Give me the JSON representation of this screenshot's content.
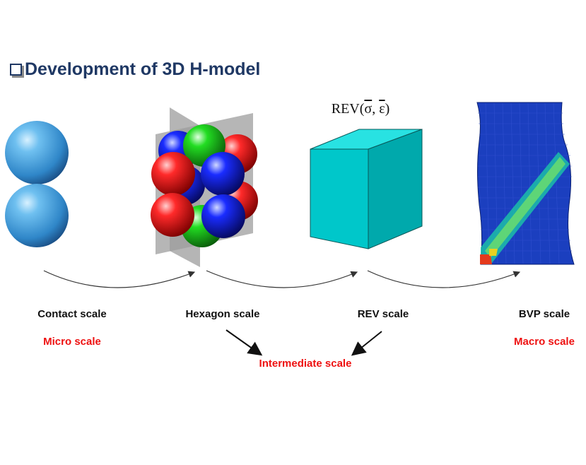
{
  "title": "Development of 3D H-model",
  "rev_label": {
    "prefix": "REV(",
    "sigma": "σ",
    "sep": ", ",
    "epsilon": "ε",
    "suffix": ")"
  },
  "scales": [
    {
      "name": "Contact scale",
      "level": "Micro scale"
    },
    {
      "name": "Hexagon scale",
      "level": ""
    },
    {
      "name": "REV scale",
      "level": ""
    },
    {
      "name": "BVP scale",
      "level": "Macro scale"
    }
  ],
  "intermediate_label": "Intermediate scale",
  "colors": {
    "title": "#1f3864",
    "level_text": "#ee1111",
    "sphere_blue": "#3f9ad8",
    "cube": "#00c8cc",
    "mesh_base": "#1b3fbf"
  }
}
